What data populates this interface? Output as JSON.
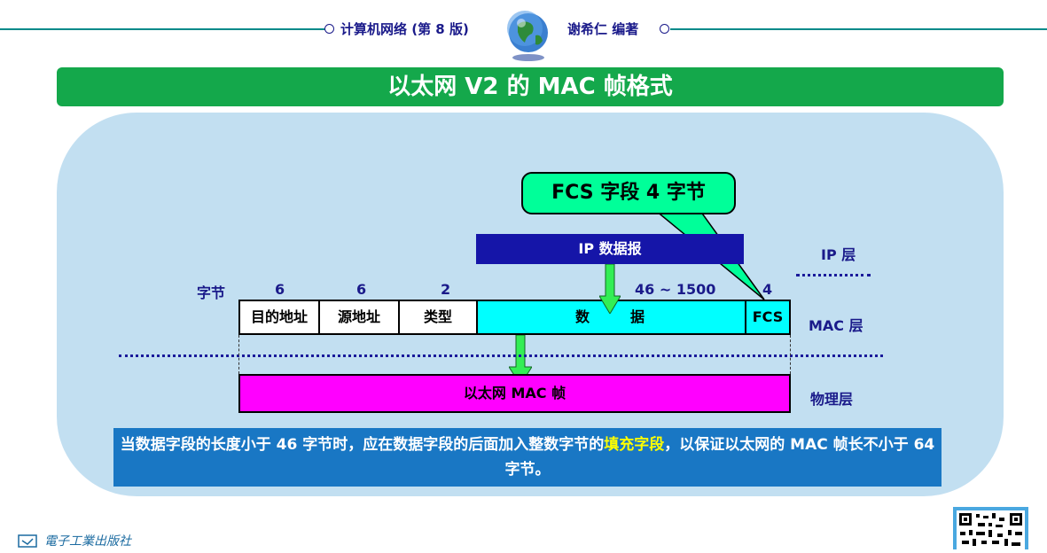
{
  "header": {
    "book_title": "计算机网络 (第 8 版)",
    "author": "谢希仁 编著"
  },
  "slide_title": "以太网 V2 的 MAC 帧格式",
  "callout": "FCS 字段 4 字节",
  "ip_datagram": "IP 数据报",
  "bytes_label": "字节",
  "byte_counts": [
    "6",
    "6",
    "2",
    "46 ~ 1500",
    "4"
  ],
  "fields": [
    "目的地址",
    "源地址",
    "类型",
    "数",
    "据",
    "FCS"
  ],
  "mac_frame": "以太网 MAC 帧",
  "layers": {
    "ip": "IP 层",
    "mac": "MAC 层",
    "physical": "物理层"
  },
  "note": {
    "part1": "当数据字段的长度小于 46 字节时，应在数据字段的后面加入整数字节的",
    "highlight": "填充字段",
    "part2": "，以保证以太网的 MAC 帧长不小于 64 字节。"
  },
  "footer": {
    "publisher": "電子工業出版社"
  },
  "colors": {
    "title_bg": "#14a84b",
    "panel_bg": "#c2dff1",
    "ip_box": "#1515a8",
    "data_cyan": "#00ffff",
    "mac_frame": "#ff00ff",
    "callout": "#00ff99",
    "note_bg": "#1977c4",
    "highlight": "#ffff00"
  },
  "icons": [
    "globe-icon",
    "publisher-logo-icon",
    "qr-code-icon"
  ]
}
